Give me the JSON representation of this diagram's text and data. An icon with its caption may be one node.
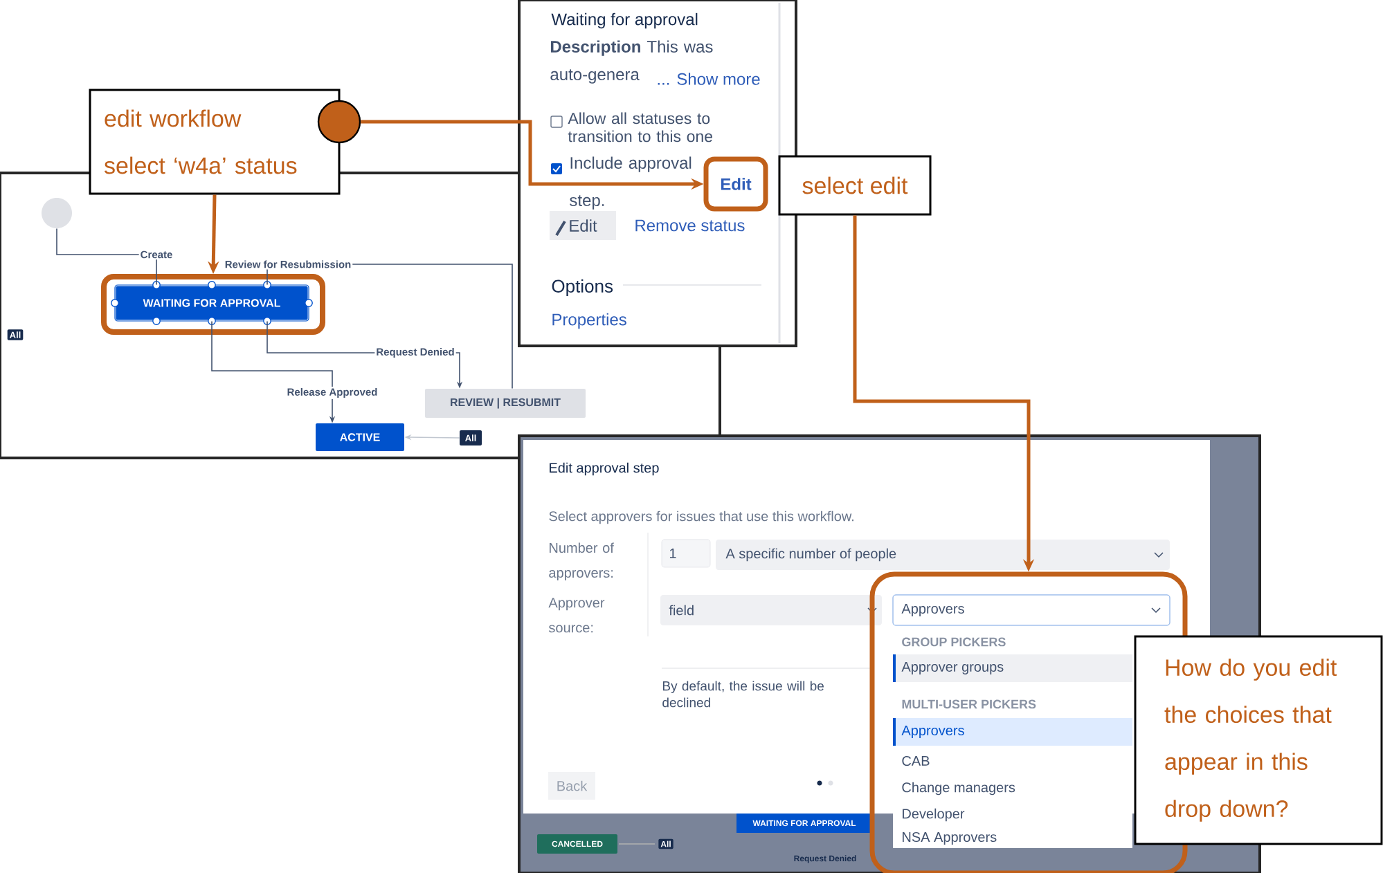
{
  "diagram": {
    "nodes": [
      {
        "text": [
          "edit workflow",
          "select ‘w4a’ status"
        ]
      },
      {
        "text": [],
        "shape": "circle"
      },
      {
        "text": [],
        "shape": "box"
      },
      {
        "text": [],
        "shape": "circle",
        "in": 2
      },
      {
        "text": [],
        "shape": "box",
        "in": 2
      },
      {
        "text": [
          "WAITING FOR APPROVAL"
        ],
        "in": 4
      },
      {
        "text": [
          "REVIEW | RESUBMIT"
        ],
        "in": 2
      },
      {
        "text": [
          "ACTIVE"
        ],
        "in": 2
      },
      {
        "text": [
          "All"
        ],
        "in": 2
      },
      {
        "text": [
          "Waiting for approval",
          "**Description** This was auto-genera",
          "... Show more",
          "Allow all statuses to transition to this one",
          "Include approval step.",
          "Edit",
          "Remove status",
          "Options",
          "Properties"
        ]
      },
      {
        "text": [
          "Edit"
        ],
        "in": 9
      },
      {
        "text": [
          "select edit"
        ]
      },
      {
        "text": [
          "Edit approval step",
          "Select approvers for issues that use this workflow.",
          "Number of approvers:",
          "Approver source:",
          "1",
          "A specific number of people",
          "field",
          "By default, the issue will be declined",
          "Back"
        ]
      },
      {
        "text": [
          "Approvers",
          "GROUP PICKERS",
          "Approver groups",
          "MULTI-USER PICKERS",
          "Approvers",
          "CAB",
          "Change managers",
          "Developer",
          "NSA Approvers"
        ],
        "in": 12
      },
      {
        "text": [
          "How do you edit the choices that appear in this drop down?"
        ]
      }
    ],
    "edges": [
      {
        "from": 0,
        "to": 4,
        "arrow": "to",
        "style": "thick",
        "color": "#c0601a"
      },
      {
        "from": 1,
        "to": 10,
        "arrow": "to",
        "style": "thick",
        "color": "#c0601a"
      },
      {
        "from": 11,
        "to": 13,
        "arrow": "to",
        "style": "thick",
        "color": "#c0601a"
      },
      {
        "from": 3,
        "to": 5,
        "arrow": "none",
        "label": "Create"
      },
      {
        "from": 6,
        "to": 5,
        "arrow": "none",
        "label": "Review for Resubmission"
      },
      {
        "from": 5,
        "to": 6,
        "arrow": "to",
        "label": "Request Denied"
      },
      {
        "from": 5,
        "to": 7,
        "arrow": "to",
        "label": "Release Approved"
      },
      {
        "from": 8,
        "to": 7,
        "arrow": "to",
        "color": "#c1c7d0"
      }
    ],
    "labels": [
      "All",
      "CANCELLED",
      "All",
      "WAITING FOR APPROVAL",
      "Request Denied"
    ]
  }
}
